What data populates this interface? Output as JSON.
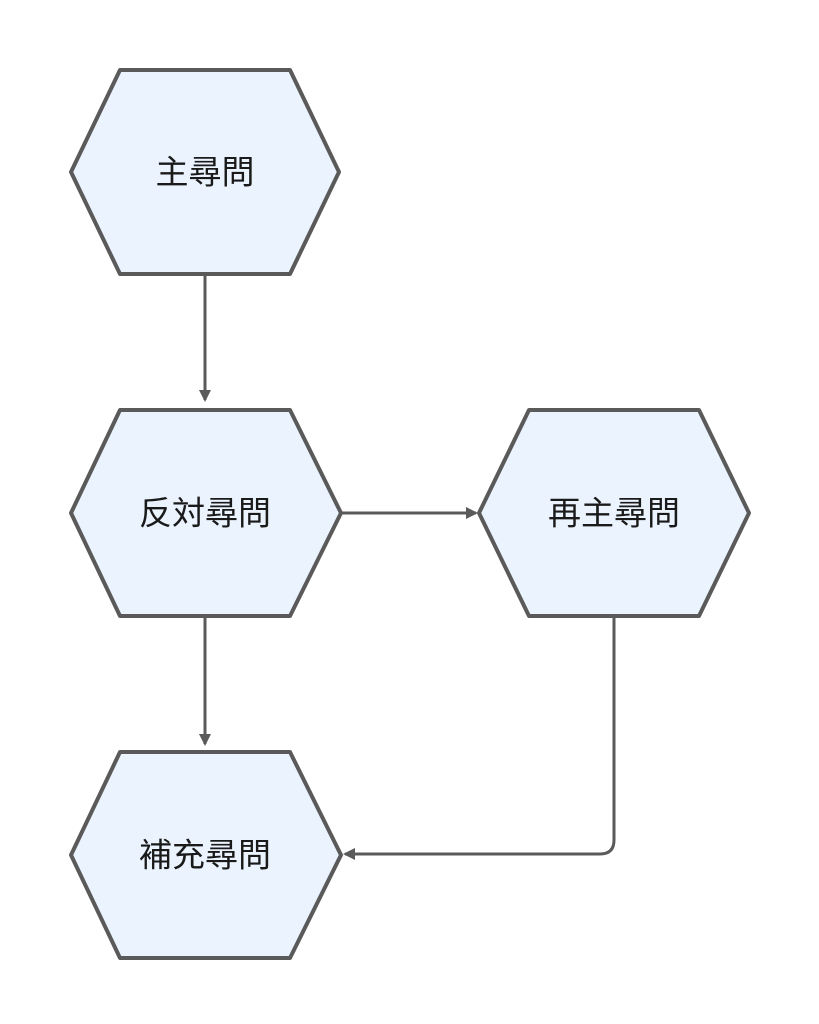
{
  "colors": {
    "node_fill": "#ebf3fe",
    "node_stroke": "#5a5a5a",
    "edge": "#5a5a5a",
    "text": "#1a1a1a"
  },
  "nodes": {
    "main": {
      "label": "主尋問"
    },
    "cross": {
      "label": "反対尋問"
    },
    "redirect": {
      "label": "再主尋問"
    },
    "supplementary": {
      "label": "補充尋問"
    }
  },
  "edges": [
    {
      "from": "main",
      "to": "cross"
    },
    {
      "from": "cross",
      "to": "redirect"
    },
    {
      "from": "cross",
      "to": "supplementary"
    },
    {
      "from": "redirect",
      "to": "supplementary"
    }
  ]
}
